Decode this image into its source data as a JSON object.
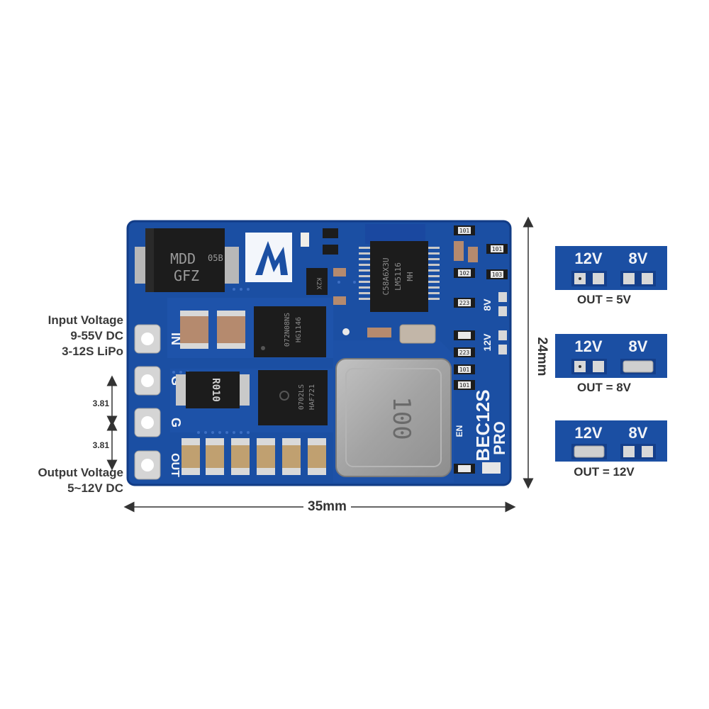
{
  "product": {
    "silkscreen_name": "BEC12S",
    "silkscreen_suffix": "PRO",
    "en_label": "EN"
  },
  "pins": [
    {
      "label": "IN"
    },
    {
      "label": "G"
    },
    {
      "label": "G"
    },
    {
      "label": "OUT"
    }
  ],
  "pin_pitch": [
    "3.81",
    "3.81"
  ],
  "input": {
    "line1": "Input Voltage",
    "line2": "9-55V DC",
    "line3": "3-12S LiPo"
  },
  "output": {
    "line1": "Output Voltage",
    "line2": "5~12V DC"
  },
  "dimensions": {
    "width": "35mm",
    "height": "24mm"
  },
  "board_jumpers": {
    "j8v": "8V",
    "j12v": "12V"
  },
  "components": {
    "diode_top": "MDD",
    "diode_code": "05B",
    "diode_bottom": "GFZ",
    "ic_line1": "C58A6X3U",
    "ic_line2": "LM5116",
    "ic_line3": "MH",
    "mosfet1_line1": "072N08NS",
    "mosfet1_line2": "HG1146",
    "mosfet2_line1": "0702LS",
    "mosfet2_line2": "HAF721",
    "shunt": "R010",
    "inductor": "100",
    "small_ic": "K2X",
    "resistors": [
      "101",
      "101",
      "102",
      "223",
      "223",
      "101",
      "101",
      "103"
    ]
  },
  "jumper_configs": [
    {
      "left": "12V",
      "right": "8V",
      "caption": "OUT = 5V",
      "bridged": "none"
    },
    {
      "left": "12V",
      "right": "8V",
      "caption": "OUT = 8V",
      "bridged": "right"
    },
    {
      "left": "12V",
      "right": "8V",
      "caption": "OUT = 12V",
      "bridged": "left"
    }
  ],
  "colors": {
    "pcb": "#1b4fa3",
    "pcb_dark": "#123c86",
    "silk": "#f2f4f8",
    "pad_gold": "#c9a25a",
    "inductor": "#a8a8a8",
    "chip": "#1c1c1c"
  }
}
